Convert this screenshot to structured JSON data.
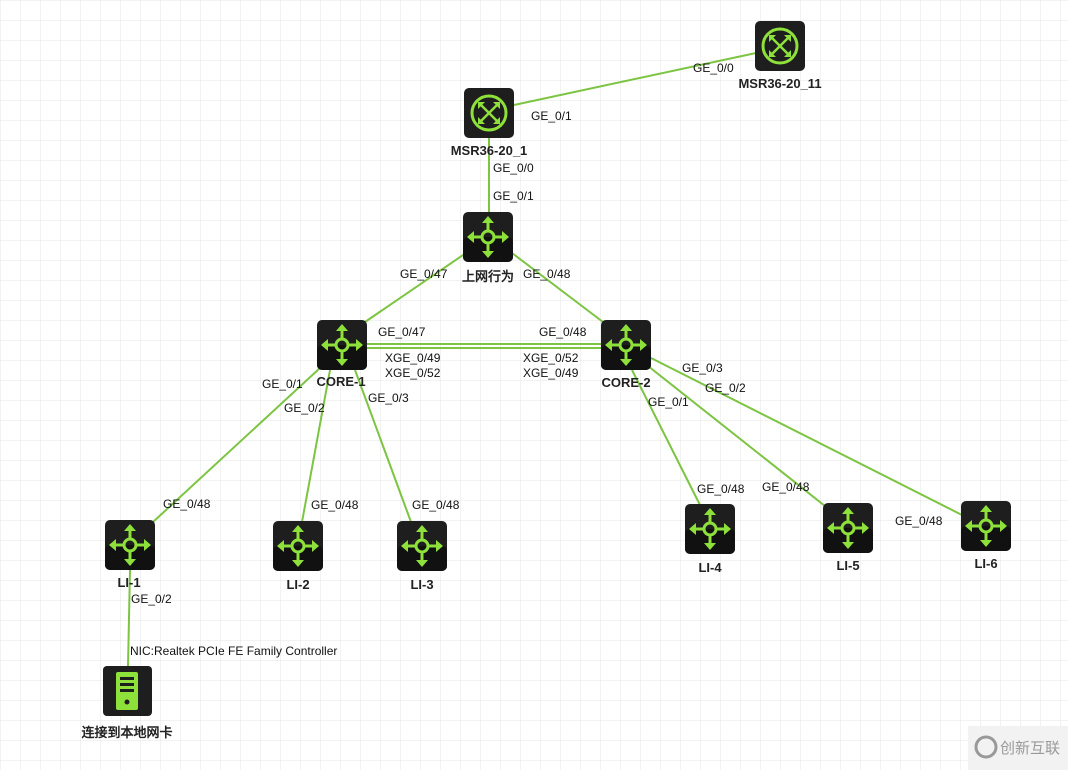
{
  "nodes": {
    "msr11": {
      "label": "MSR36-20_11",
      "icon": "router-icon"
    },
    "msr1": {
      "label": "MSR36-20_1",
      "icon": "router-icon"
    },
    "gw": {
      "label": "上网行为",
      "icon": "switch-icon"
    },
    "core1": {
      "label": "CORE-1",
      "icon": "switch-icon"
    },
    "core2": {
      "label": "CORE-2",
      "icon": "switch-icon"
    },
    "li1": {
      "label": "LI-1",
      "icon": "switch-icon"
    },
    "li2": {
      "label": "LI-2",
      "icon": "switch-icon"
    },
    "li3": {
      "label": "LI-3",
      "icon": "switch-icon"
    },
    "li4": {
      "label": "LI-4",
      "icon": "switch-icon"
    },
    "li5": {
      "label": "LI-5",
      "icon": "switch-icon"
    },
    "li6": {
      "label": "LI-6",
      "icon": "switch-icon"
    },
    "pc": {
      "label": "连接到本地网卡",
      "icon": "host-icon"
    }
  },
  "ports": {
    "msr11_ge00": "GE_0/0",
    "msr1_ge01": "GE_0/1",
    "msr1_ge00": "GE_0/0",
    "gw_ge01": "GE_0/1",
    "gw_ge047": "GE_0/47",
    "gw_ge048": "GE_0/48",
    "core1_ge047": "GE_0/47",
    "core2_ge048": "GE_0/48",
    "core1_xge049": "XGE_0/49",
    "core1_xge052": "XGE_0/52",
    "core2_xge052": "XGE_0/52",
    "core2_xge049": "XGE_0/49",
    "core1_ge01": "GE_0/1",
    "core1_ge02": "GE_0/2",
    "core1_ge03": "GE_0/3",
    "core2_ge03": "GE_0/3",
    "core2_ge02": "GE_0/2",
    "core2_ge01": "GE_0/1",
    "li1_ge048": "GE_0/48",
    "li2_ge048": "GE_0/48",
    "li3_ge048": "GE_0/48",
    "li4_ge048": "GE_0/48",
    "li5_ge048": "GE_0/48",
    "li6_ge048": "GE_0/48",
    "li1_ge02": "GE_0/2",
    "pc_nic": "NIC:Realtek PCIe FE Family Controller"
  },
  "colors": {
    "link": "#7cc442",
    "device": "#1e1e1e",
    "icon": "#8ee03a",
    "grid": "#e4e4e4"
  },
  "watermark": {
    "text": "创新互联"
  }
}
